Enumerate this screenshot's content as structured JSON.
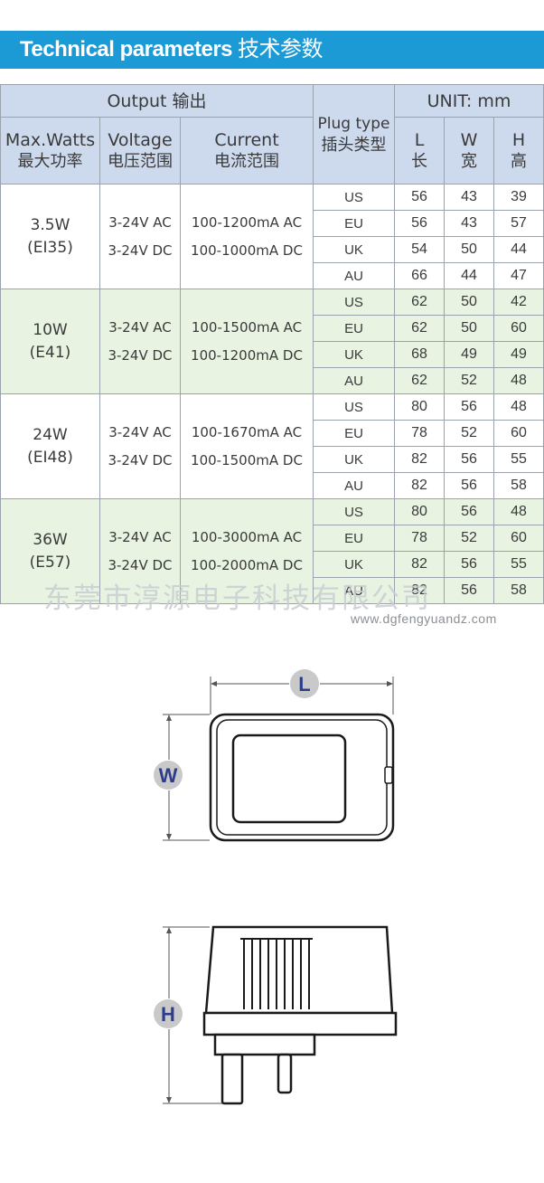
{
  "banner": {
    "title_en": "Technical parameters",
    "title_cn": "技术参数"
  },
  "header": {
    "output": "Output  输出",
    "max_watts_en": "Max.Watts",
    "max_watts_cn": "最大功率",
    "voltage_en": "Voltage",
    "voltage_cn": "电压范围",
    "current_en": "Current",
    "current_cn": "电流范围",
    "plug_en": "Plug type",
    "plug_cn": "插头类型",
    "unit": "UNIT: mm",
    "l_en": "L",
    "l_cn": "长",
    "w_en": "W",
    "w_cn": "宽",
    "h_en": "H",
    "h_cn": "高"
  },
  "groups": [
    {
      "watts": "3.5W",
      "core": "(EI35)",
      "v_ac": "3-24V AC",
      "v_dc": "3-24V DC",
      "c_ac": "100-1200mA AC",
      "c_dc": "100-1000mA DC",
      "rows": [
        {
          "plug": "US",
          "l": "56",
          "w": "43",
          "h": "39"
        },
        {
          "plug": "EU",
          "l": "56",
          "w": "43",
          "h": "57"
        },
        {
          "plug": "UK",
          "l": "54",
          "w": "50",
          "h": "44"
        },
        {
          "plug": "AU",
          "l": "66",
          "w": "44",
          "h": "47"
        }
      ]
    },
    {
      "watts": "10W",
      "core": "(E41)",
      "v_ac": "3-24V AC",
      "v_dc": "3-24V DC",
      "c_ac": "100-1500mA AC",
      "c_dc": "100-1200mA DC",
      "rows": [
        {
          "plug": "US",
          "l": "62",
          "w": "50",
          "h": "42"
        },
        {
          "plug": "EU",
          "l": "62",
          "w": "50",
          "h": "60"
        },
        {
          "plug": "UK",
          "l": "68",
          "w": "49",
          "h": "49"
        },
        {
          "plug": "AU",
          "l": "62",
          "w": "52",
          "h": "48"
        }
      ]
    },
    {
      "watts": "24W",
      "core": "(EI48)",
      "v_ac": "3-24V AC",
      "v_dc": "3-24V DC",
      "c_ac": "100-1670mA AC",
      "c_dc": "100-1500mA DC",
      "rows": [
        {
          "plug": "US",
          "l": "80",
          "w": "56",
          "h": "48"
        },
        {
          "plug": "EU",
          "l": "78",
          "w": "52",
          "h": "60"
        },
        {
          "plug": "UK",
          "l": "82",
          "w": "56",
          "h": "55"
        },
        {
          "plug": "AU",
          "l": "82",
          "w": "56",
          "h": "58"
        }
      ]
    },
    {
      "watts": "36W",
      "core": "(E57)",
      "v_ac": "3-24V AC",
      "v_dc": "3-24V DC",
      "c_ac": "100-3000mA AC",
      "c_dc": "100-2000mA DC",
      "rows": [
        {
          "plug": "US",
          "l": "80",
          "w": "56",
          "h": "48"
        },
        {
          "plug": "EU",
          "l": "78",
          "w": "52",
          "h": "60"
        },
        {
          "plug": "UK",
          "l": "82",
          "w": "56",
          "h": "55"
        },
        {
          "plug": "AU",
          "l": "82",
          "w": "56",
          "h": "58"
        }
      ]
    }
  ],
  "watermark": "东莞市淳源电子科技有限公司",
  "website": "www.dgfengyuandz.com",
  "diagram": {
    "label_l": "L",
    "label_w": "W",
    "label_h": "H"
  },
  "colors": {
    "banner": "#1b9ad6",
    "header_bg": "#cdd9ec",
    "alt_row": "#e8f3e2",
    "dim_label": "#2e3d8a"
  }
}
